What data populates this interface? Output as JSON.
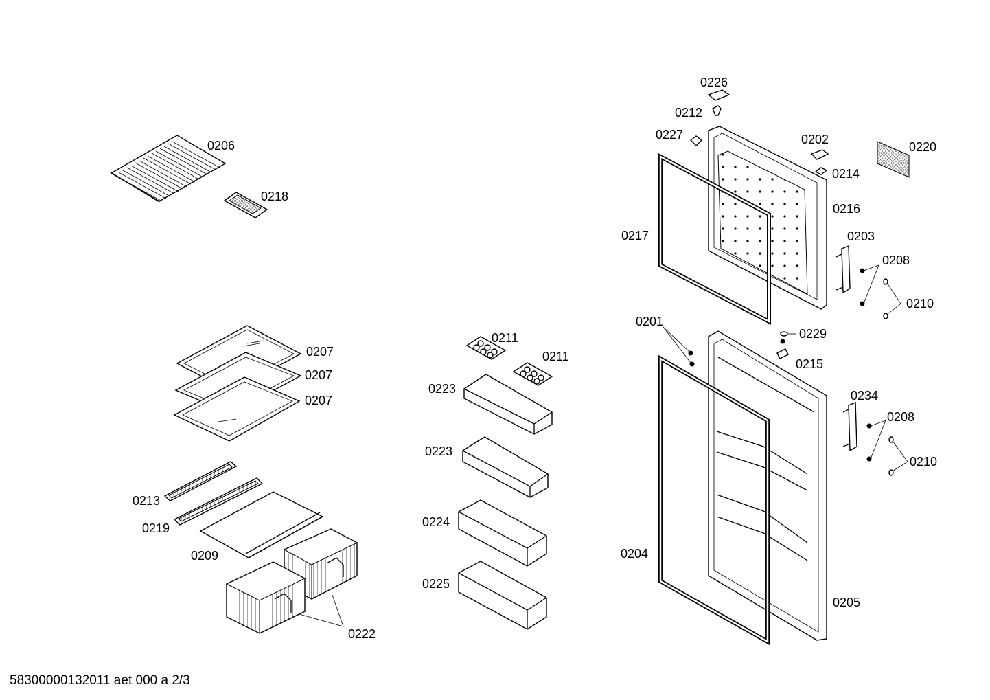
{
  "footer_text": "58300000132011 aet 000 a 2/3",
  "labels": {
    "p0226": "0226",
    "p0212": "0212",
    "p0227": "0227",
    "p0202": "0202",
    "p0220": "0220",
    "p0214": "0214",
    "p0216": "0216",
    "p0217": "0217",
    "p0203": "0203",
    "p0208a": "0208",
    "p0210a": "0210",
    "p0201": "0201",
    "p0229": "0229",
    "p0215": "0215",
    "p0234": "0234",
    "p0208b": "0208",
    "p0210b": "0210",
    "p0204": "0204",
    "p0205": "0205",
    "p0206": "0206",
    "p0218": "0218",
    "p0207a": "0207",
    "p0207b": "0207",
    "p0207c": "0207",
    "p0213": "0213",
    "p0219": "0219",
    "p0209": "0209",
    "p0222": "0222",
    "p0211a": "0211",
    "p0211b": "0211",
    "p0223a": "0223",
    "p0223b": "0223",
    "p0224": "0224",
    "p0225": "0225"
  }
}
